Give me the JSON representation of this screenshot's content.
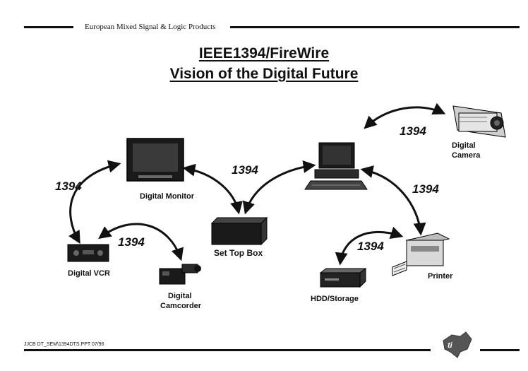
{
  "header": {
    "company": "European Mixed Signal & Logic Products"
  },
  "title": {
    "line1": "IEEE1394/FireWire",
    "line2": "Vision of the Digital Future"
  },
  "devices": {
    "digital_monitor": "Digital Monitor",
    "set_top_box": "Set Top Box",
    "digital_vcr": "Digital VCR",
    "digital_camcorder_1": "Digital",
    "digital_camcorder_2": "Camcorder",
    "digital_camera_1": "Digital",
    "digital_camera_2": "Camera",
    "printer": "Printer",
    "hdd_storage": "HDD/Storage",
    "computer": ""
  },
  "links": {
    "monitor_vcr": "1394",
    "vcr_camcorder": "1394",
    "monitor_settop": "1394",
    "computer_camera": "1394",
    "computer_printer": "1394",
    "printer_hdd": "1394"
  },
  "footer": {
    "file_ref": "JJCB DT_SEM\\1394DTS.PPT 07/96"
  },
  "icons": [
    "monitor-icon",
    "set-top-box-icon",
    "vcr-icon",
    "camcorder-icon",
    "computer-icon",
    "camera-icon",
    "printer-icon",
    "hdd-icon",
    "ti-logo-icon"
  ]
}
